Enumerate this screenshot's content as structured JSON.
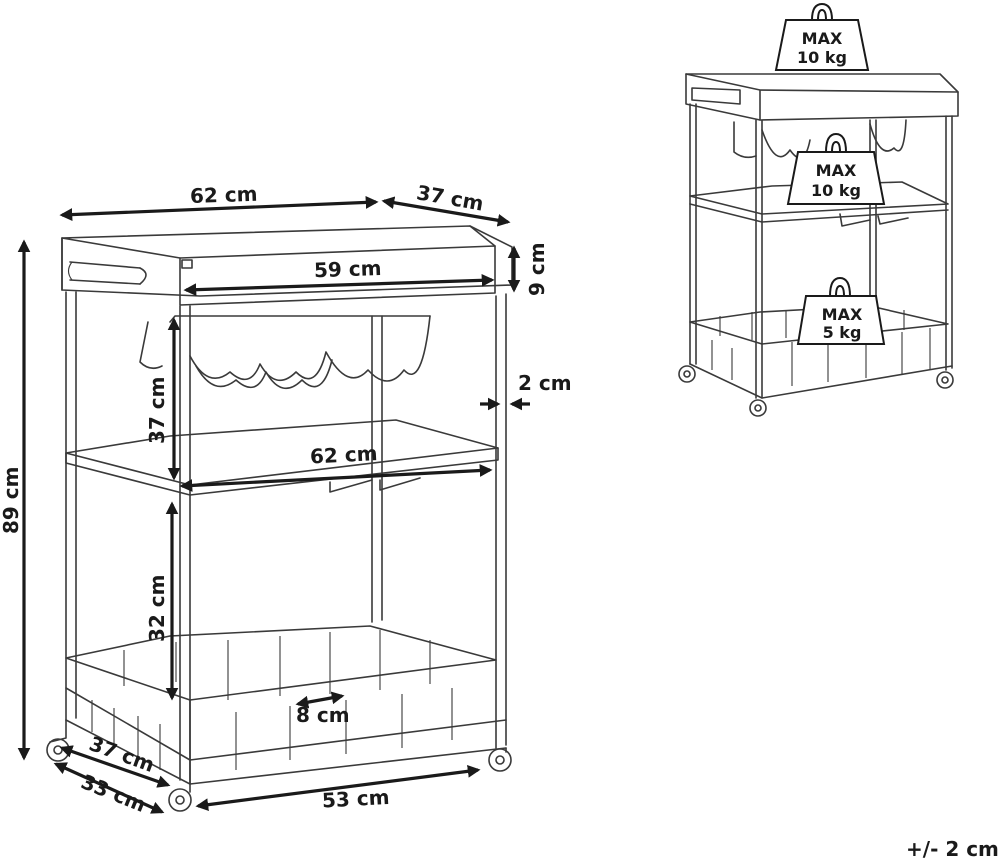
{
  "main_diagram": {
    "dimensions": {
      "top_width": "62 cm",
      "top_depth": "37 cm",
      "tray_inner_width": "59 cm",
      "tray_height": "9 cm",
      "total_height": "89 cm",
      "upper_gap": "37 cm",
      "side_gap": "2 cm",
      "middle_width": "62 cm",
      "lower_gap": "32 cm",
      "slat_spacing": "8 cm",
      "base_depth_outer": "37 cm",
      "base_depth_inner": "33 cm",
      "base_width": "53 cm"
    }
  },
  "load_diagram": {
    "weights": [
      {
        "line1": "MAX",
        "line2": "10 kg"
      },
      {
        "line1": "MAX",
        "line2": "10 kg"
      },
      {
        "line1": "MAX",
        "line2": "5 kg"
      }
    ]
  },
  "tolerance": "+/- 2 cm"
}
